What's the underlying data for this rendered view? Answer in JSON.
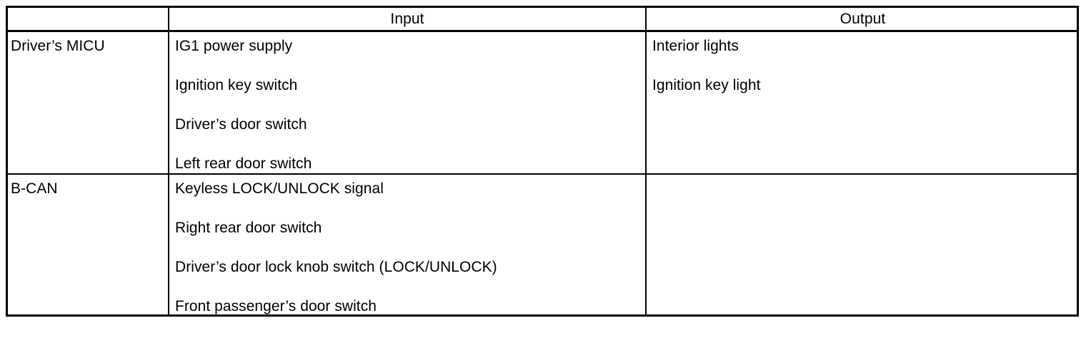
{
  "table": {
    "columns": [
      {
        "key": "source",
        "label": ""
      },
      {
        "key": "input",
        "label": "Input"
      },
      {
        "key": "output",
        "label": "Output"
      }
    ],
    "rows": [
      {
        "source": "Driver’s MICU",
        "input": [
          "IG1 power supply",
          "Ignition key switch",
          "Driver’s door switch",
          "Left rear door switch"
        ],
        "output": [
          "Interior lights",
          "Ignition key light"
        ]
      },
      {
        "source": "B-CAN",
        "input": [
          "Keyless LOCK/UNLOCK signal",
          "Right rear door switch",
          "Driver’s door lock knob switch (LOCK/UNLOCK)",
          "Front passenger’s door switch"
        ],
        "output": []
      }
    ]
  },
  "style": {
    "border_color": "#000000",
    "text_color": "#000000",
    "background": "#ffffff"
  }
}
